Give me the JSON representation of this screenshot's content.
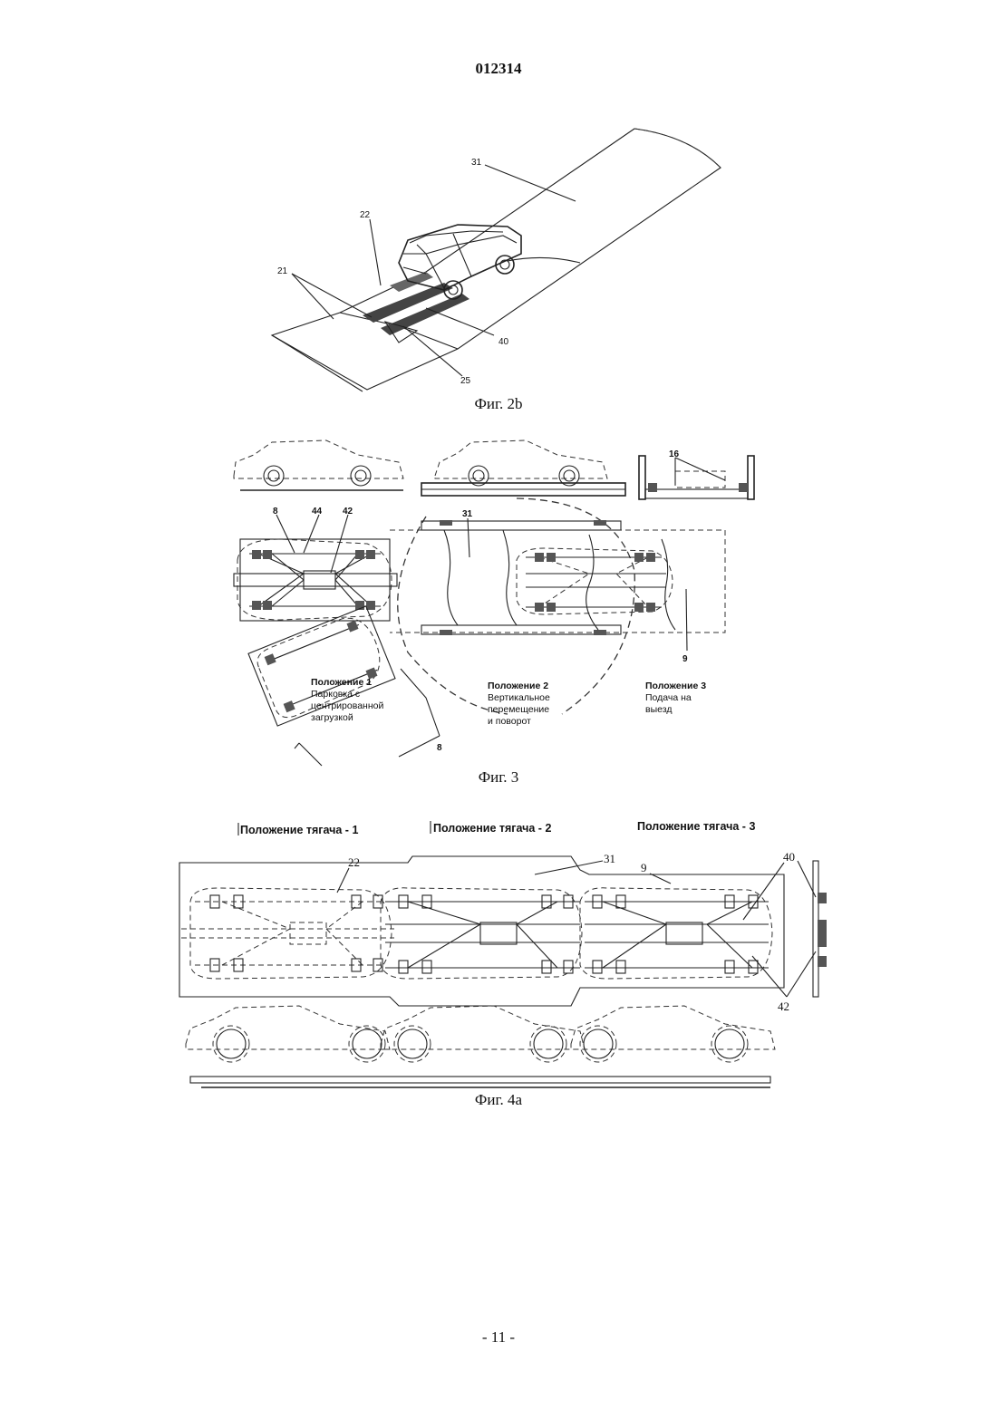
{
  "header": {
    "page_code": "012314"
  },
  "figures": {
    "fig2b": {
      "caption": "Фиг. 2b",
      "labels": {
        "l31": "31",
        "l22": "22",
        "l21": "21",
        "l40": "40",
        "l25": "25"
      }
    },
    "fig3": {
      "caption": "Фиг. 3",
      "labels": {
        "l16": "16",
        "l8a": "8",
        "l44": "44",
        "l42": "42",
        "l31": "31",
        "l9": "9",
        "l8b": "8"
      },
      "positions": [
        {
          "title": "Положение 1",
          "lines": [
            "Парковка с",
            "центрированной",
            "загрузкой"
          ]
        },
        {
          "title": "Положение 2",
          "lines": [
            "Вертикальное",
            "перемещение",
            "и поворот"
          ]
        },
        {
          "title": "Положение 3",
          "lines": [
            "Подача на",
            "выезд"
          ]
        }
      ]
    },
    "fig4a": {
      "caption": "Фиг. 4a",
      "headers": [
        "Положение тягача - 1",
        "Положение тягача - 2",
        "Положение тягача - 3"
      ],
      "labels": {
        "l22": "22",
        "l31": "31",
        "l9": "9",
        "l40": "40",
        "l42": "42"
      }
    }
  },
  "footer": {
    "page_number": "- 11 -"
  }
}
